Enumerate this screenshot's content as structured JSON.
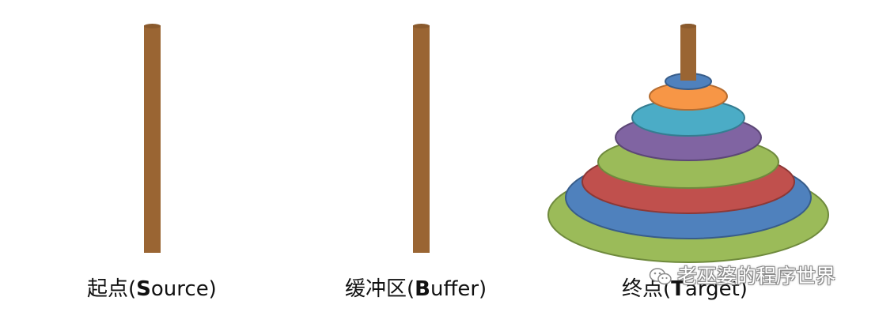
{
  "pegs": [
    {
      "id": "source",
      "label_prefix": "起点(",
      "label_bold": "S",
      "label_suffix": "ource)"
    },
    {
      "id": "buffer",
      "label_prefix": "缓冲区(",
      "label_bold": "B",
      "label_suffix": "uffer)"
    },
    {
      "id": "target",
      "label_prefix": "终点(",
      "label_bold": "T",
      "label_suffix": "arget)"
    }
  ],
  "disks": [
    {
      "color": "#4f81bd",
      "name": "disk-1"
    },
    {
      "color": "#f79646",
      "name": "disk-2"
    },
    {
      "color": "#4bacc6",
      "name": "disk-3"
    },
    {
      "color": "#8064a2",
      "name": "disk-4"
    },
    {
      "color": "#9bbb59",
      "name": "disk-5"
    },
    {
      "color": "#c0504d",
      "name": "disk-6"
    },
    {
      "color": "#4f81bd",
      "name": "disk-7"
    },
    {
      "color": "#9bbb59",
      "name": "disk-8"
    }
  ],
  "peg_color": "#9a6533",
  "watermark": {
    "text": "老巫婆的程序世界",
    "icon": "wechat-icon"
  }
}
